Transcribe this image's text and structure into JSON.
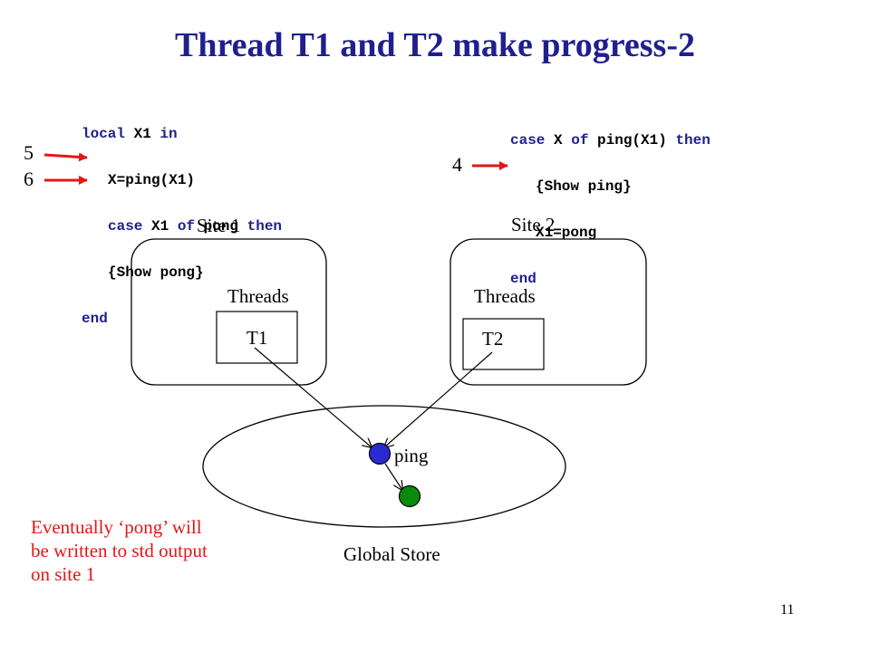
{
  "slide": {
    "title": "Thread T1 and T2 make progress-2",
    "page_number": "11"
  },
  "code_site1": {
    "line1_kw1": "local",
    "line1_mid": " X1 ",
    "line1_kw2": "in",
    "line2": "X=ping(X1)",
    "line3_kw1": "case",
    "line3_mid": " X1 ",
    "line3_kw2": "of",
    "line3_mid2": " pong ",
    "line3_kw3": "then",
    "line4": "{Show pong}",
    "line5_kw": "end"
  },
  "code_site2": {
    "line1_kw1": "case",
    "line1_mid": " X ",
    "line1_kw2": "of",
    "line1_mid2": " ping(X1) ",
    "line1_kw3": "then",
    "line2": "{Show ping}",
    "line3": "X1=pong",
    "line4_kw": "end"
  },
  "markers": {
    "site1_upper": "5",
    "site1_lower": "6",
    "site2": "4"
  },
  "sites": {
    "site1_label": "Site 1",
    "site2_label": "Site 2",
    "site1_threads": "Threads",
    "site2_threads": "Threads",
    "thread1": "T1",
    "thread2": "T2"
  },
  "store": {
    "node_label": "ping",
    "label": "Global Store"
  },
  "note": {
    "line1": "Eventually ‘pong’ will",
    "line2": "be written to std output",
    "line3": "on site 1"
  },
  "colors": {
    "title": "#1f1f8f",
    "keyword": "#1f1f8f",
    "arrow": "#e01818",
    "note": "#e01818",
    "node_blue": "#2a2ad0",
    "node_green": "#0a8a0a"
  }
}
